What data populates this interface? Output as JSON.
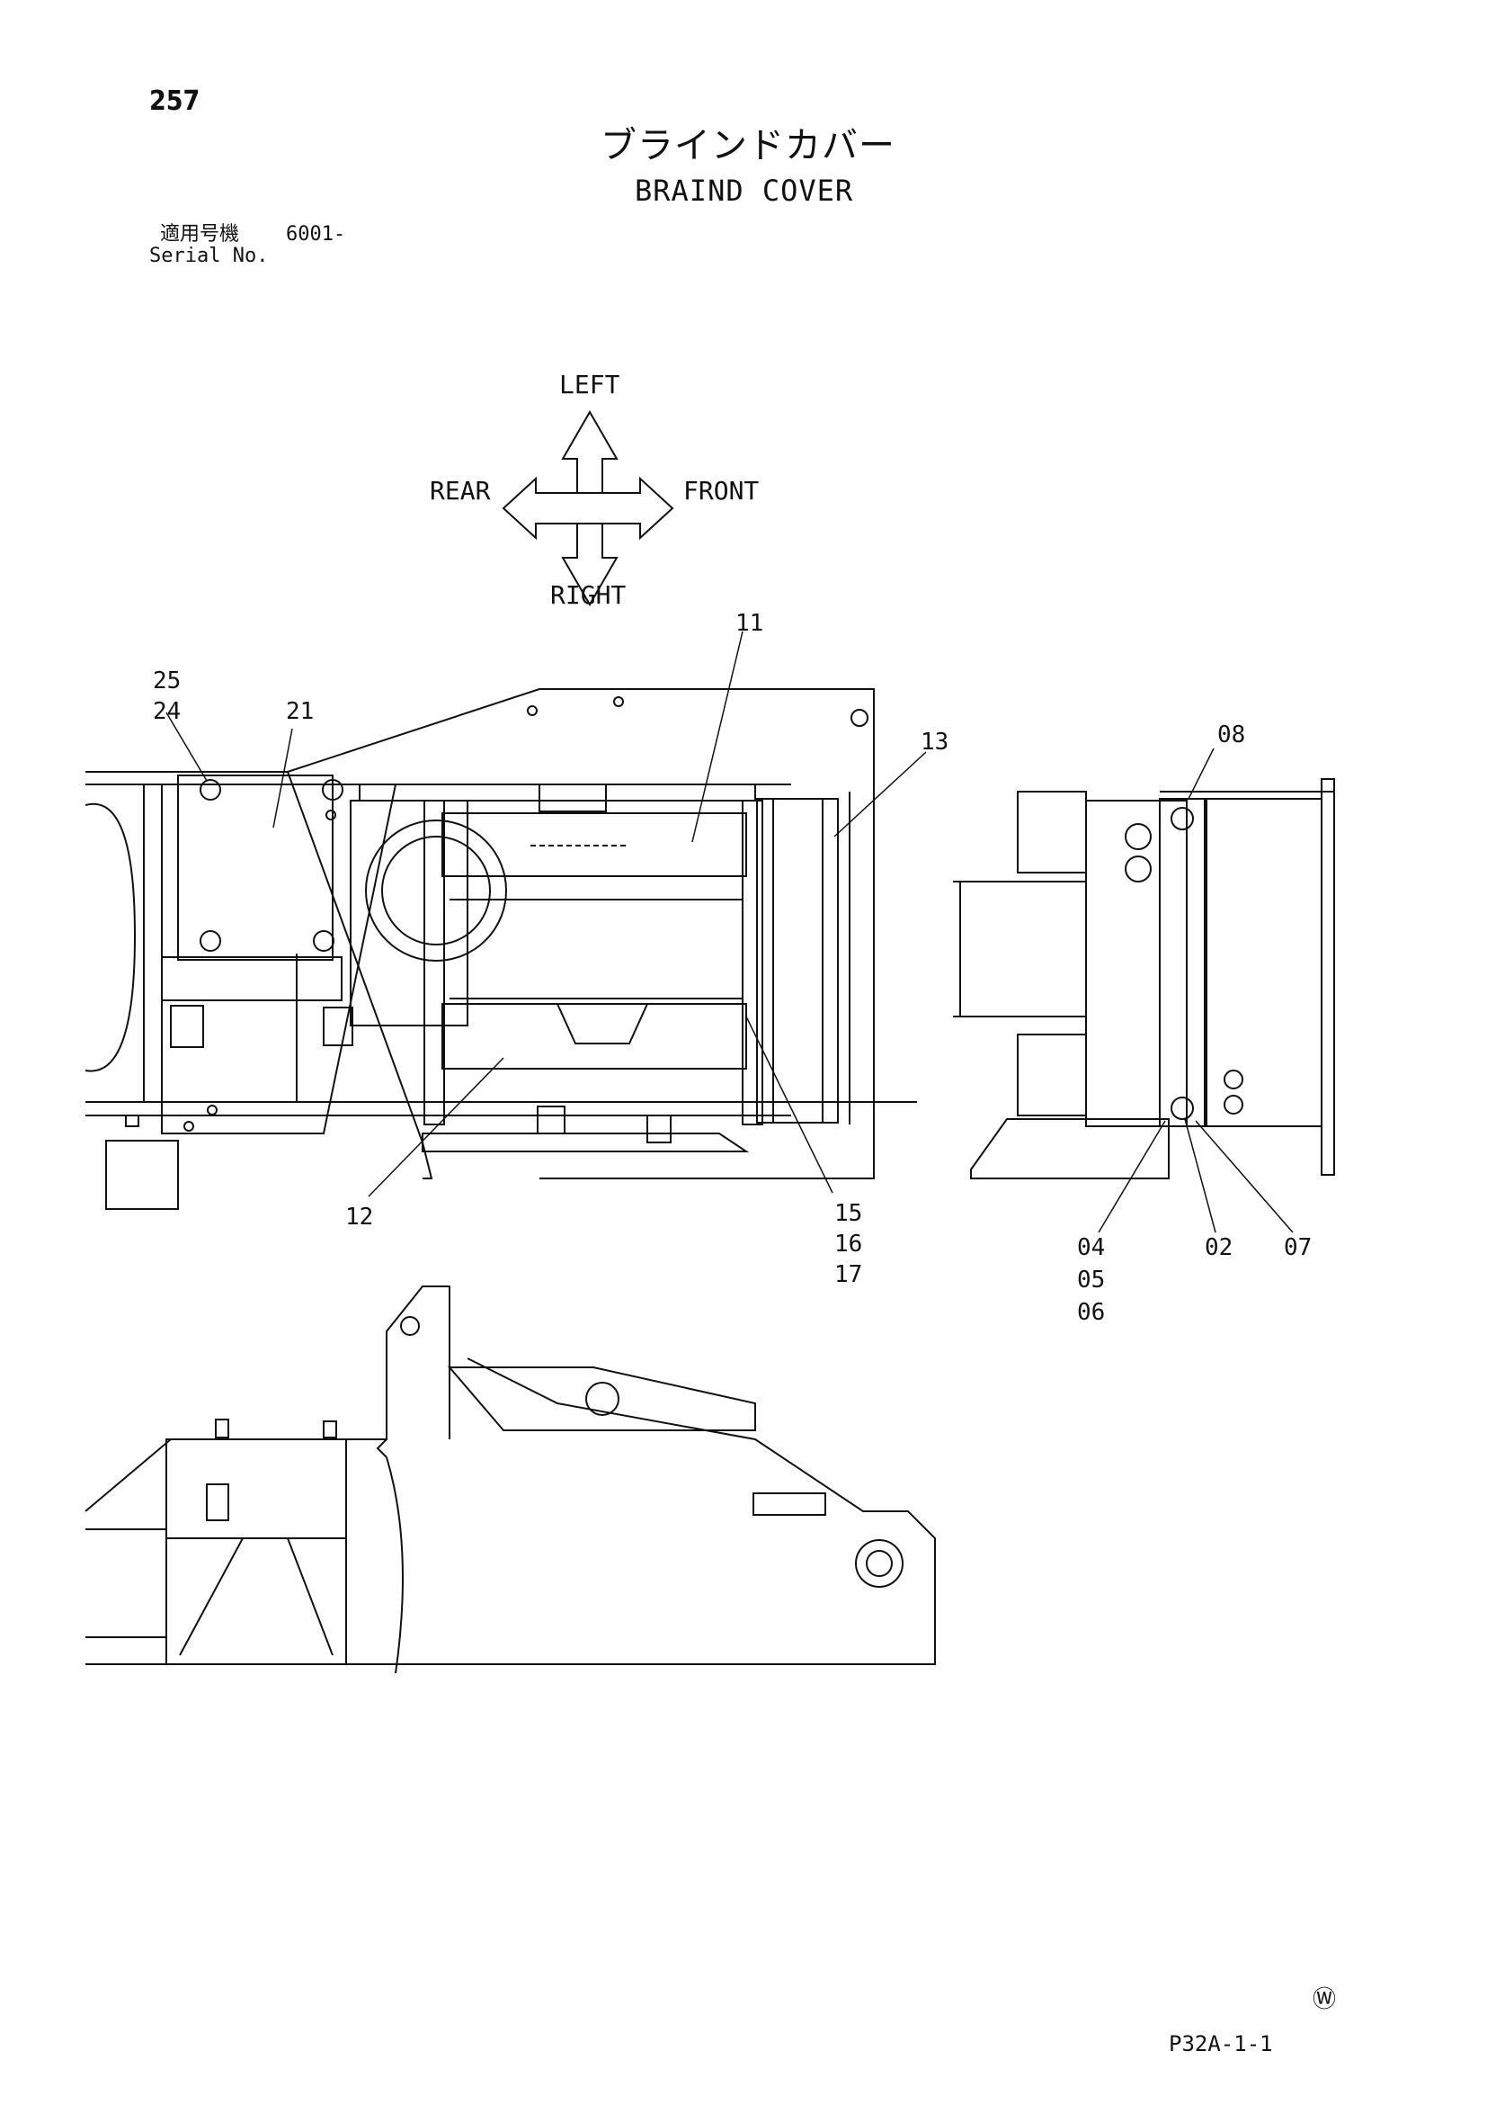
{
  "header": {
    "page_number": "257",
    "title_jp": "ブラインドカバー",
    "title_en": "BRAIND COVER",
    "serial_label_jp": "適用号機",
    "serial_value": "6001-",
    "serial_label_en": "Serial No."
  },
  "orientation": {
    "left": "LEFT",
    "right": "RIGHT",
    "front": "FRONT",
    "rear": "REAR"
  },
  "callouts": {
    "c25": "25",
    "c24": "24",
    "c21": "21",
    "c11": "11",
    "c13": "13",
    "c12": "12",
    "c15": "15",
    "c16": "16",
    "c17": "17",
    "c08": "08",
    "c04": "04",
    "c05": "05",
    "c06": "06",
    "c02": "02",
    "c07": "07"
  },
  "footer": {
    "mark": "Ⓦ",
    "code": "P32A-1-1"
  }
}
